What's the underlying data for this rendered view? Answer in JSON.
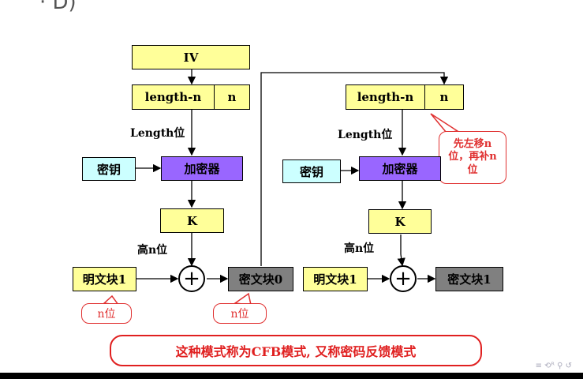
{
  "top_fragment": "· D)",
  "left": {
    "iv": "IV",
    "reg_left": "length-n",
    "reg_right": "n",
    "length_label": "Length位",
    "key": "密钥",
    "encryptor": "加密器",
    "k": "K",
    "high_label": "高n位",
    "plain": "明文块1",
    "xor": "+",
    "cipher": "密文块0",
    "plain_note": "n位",
    "cipher_note": "n位"
  },
  "right": {
    "reg_left": "length-n",
    "reg_right": "n",
    "shift_note": "先左移n位，再补n位",
    "length_label": "Length位",
    "key": "密钥",
    "encryptor": "加密器",
    "k": "K",
    "high_label": "高n位",
    "plain": "明文块1",
    "xor": "+",
    "cipher": "密文块1"
  },
  "banner": "这种模式称为CFB模式, 又称密码反馈模式",
  "nav_icons": "≡ ⟲ᴿ ⚲ ↺",
  "colors": {
    "yellow": "#ffff99",
    "cyan": "#ccffff",
    "purple": "#9966ff",
    "gray": "#808080",
    "red": "#e02020"
  }
}
